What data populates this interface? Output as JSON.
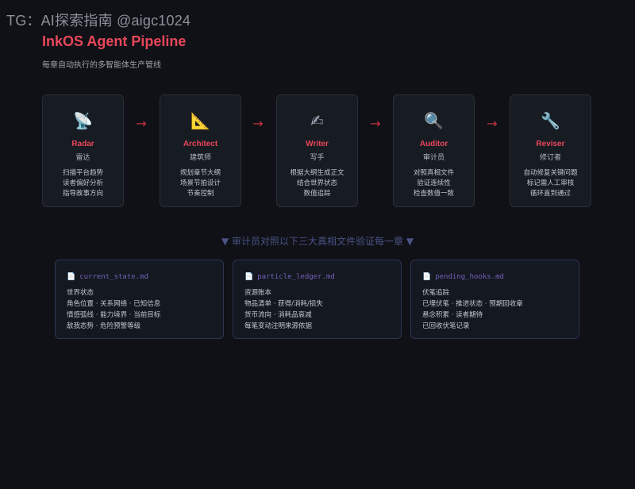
{
  "watermark": "TG：AI探索指南 @aigc1024",
  "header": {
    "title": "InkOS Agent Pipeline",
    "subtitle": "每章自动执行的多智能体生产管线"
  },
  "pipeline": {
    "arrow": "→",
    "stages": [
      {
        "icon": "📡",
        "icon_name": "satellite-dish-icon",
        "name": "Radar",
        "cn": "雷达",
        "desc": [
          "扫描平台趋势",
          "读者偏好分析",
          "指导故事方向"
        ]
      },
      {
        "icon": "📐",
        "icon_name": "triangle-ruler-icon",
        "name": "Architect",
        "cn": "建筑师",
        "desc": [
          "规划章节大纲",
          "场景节拍设计",
          "节奏控制"
        ]
      },
      {
        "icon": "✍",
        "icon_name": "writing-hand-icon",
        "name": "Writer",
        "cn": "写手",
        "desc": [
          "根据大纲生成正文",
          "结合世界状态",
          "数值追踪"
        ]
      },
      {
        "icon": "🔍",
        "icon_name": "magnifier-icon",
        "name": "Auditor",
        "cn": "审计员",
        "desc": [
          "对照真相文件",
          "验证连续性",
          "检查数值一致"
        ]
      },
      {
        "icon": "🔧",
        "icon_name": "wrench-icon",
        "name": "Reviser",
        "cn": "修订者",
        "desc": [
          "自动修复关键问题",
          "标记需人工审核",
          "循环直到通过"
        ]
      }
    ]
  },
  "note": "▼ 审计员对照以下三大真相文件验证每一章 ▼",
  "files": [
    {
      "icon": "📄",
      "name": "current_state.md",
      "lines": [
        "世界状态",
        "角色位置 · 关系网络 · 已知信息",
        "情感弧线 · 能力境界 · 当前目标",
        "敌我态势 · 危险预警等级"
      ]
    },
    {
      "icon": "📄",
      "name": "particle_ledger.md",
      "lines": [
        "资源账本",
        "物品清单 · 获得/消耗/损失",
        "货币流向 · 消耗品衰减",
        "每笔变动注明来源依据"
      ]
    },
    {
      "icon": "📄",
      "name": "pending_hooks.md",
      "lines": [
        "伏笔追踪",
        "已埋伏笔 · 推进状态 · 预期回收章",
        "悬念积累 · 读者期待",
        "已回收伏笔记录"
      ]
    }
  ],
  "colors": {
    "accent": "#e8475a",
    "file_name": "#7161b8",
    "note": "#4b5285",
    "background": "#0f1117"
  }
}
